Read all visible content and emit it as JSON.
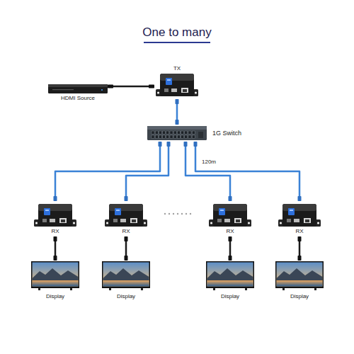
{
  "diagram": {
    "title": "One to many",
    "nodes": [
      {
        "text": [
          "TX"
        ]
      },
      {
        "text": [
          "HDMI Source"
        ]
      },
      {
        "text": [
          "1G Switch"
        ]
      },
      {
        "text": [
          "RX"
        ]
      },
      {
        "text": [
          "RX"
        ]
      },
      {
        "text": [
          "RX"
        ]
      },
      {
        "text": [
          "RX"
        ]
      },
      {
        "text": [
          "Display"
        ]
      },
      {
        "text": [
          "Display"
        ]
      },
      {
        "text": [
          "Display"
        ]
      },
      {
        "text": [
          "Display"
        ]
      }
    ],
    "edges": [
      {
        "from": 1,
        "to": 0,
        "arrow": "none"
      },
      {
        "from": 0,
        "to": 2,
        "arrow": "none"
      },
      {
        "from": 2,
        "to": 3,
        "arrow": "none"
      },
      {
        "from": 2,
        "to": 4,
        "arrow": "none"
      },
      {
        "from": 2,
        "to": 5,
        "arrow": "none"
      },
      {
        "from": 2,
        "to": 6,
        "label": "120m",
        "arrow": "none"
      },
      {
        "from": 3,
        "to": 7,
        "arrow": "none"
      },
      {
        "from": 4,
        "to": 8,
        "arrow": "none"
      },
      {
        "from": 5,
        "to": 9,
        "arrow": "none"
      },
      {
        "from": 6,
        "to": 10,
        "arrow": "none"
      }
    ]
  }
}
